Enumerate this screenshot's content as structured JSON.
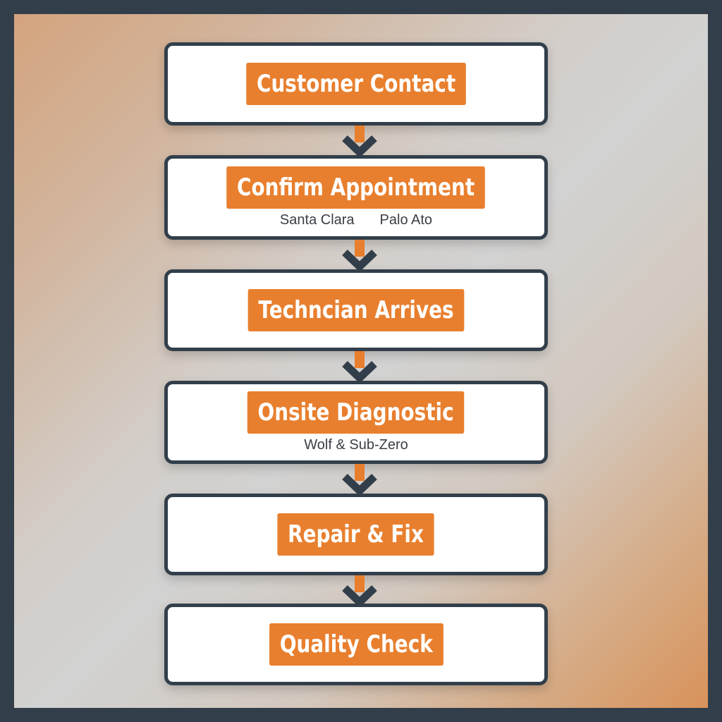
{
  "flow": {
    "steps": [
      {
        "label": "Customer Contact",
        "details": []
      },
      {
        "label": "Confirm Appointment",
        "details": [
          "Santa Clara",
          "Palo Ato"
        ]
      },
      {
        "label": "Techncian Arrives",
        "details": []
      },
      {
        "label": "Onsite Diagnostic",
        "details": [
          "Wolf & Sub-Zero"
        ]
      },
      {
        "label": "Repair & Fix",
        "details": []
      },
      {
        "label": "Quality Check",
        "details": []
      }
    ],
    "colors": {
      "frame": "#323f4b",
      "accent": "#e87f2e",
      "box": "#ffffff"
    },
    "connector_icon": "down-arrow-chevron-icon"
  }
}
